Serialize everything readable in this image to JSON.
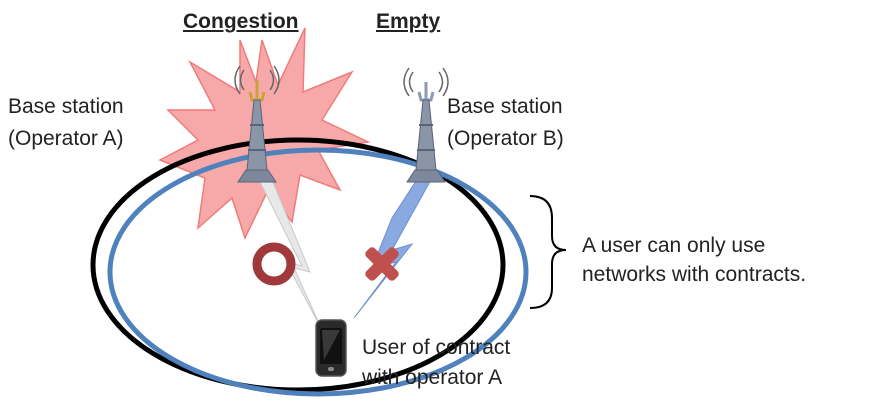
{
  "labels": {
    "congestion": "Congestion",
    "empty": "Empty",
    "base_station_a_line1": "Base station",
    "base_station_a_line2": "(Operator A)",
    "base_station_b_line1": "Base station",
    "base_station_b_line2": "(Operator B)",
    "note_line1": "A user can only use",
    "note_line2": "networks with  contracts.",
    "user_line1": "User of contract",
    "user_line2": "with operator A"
  },
  "colors": {
    "burst_fill": "#f7a9a9",
    "burst_stroke": "#f07b7b",
    "ellipse_a": "#000000",
    "ellipse_b": "#4f81bd",
    "ok_ring": "#a0393b",
    "cross": "#c0504d"
  },
  "icons": {
    "tower_a": "cell-tower-icon",
    "tower_b": "cell-tower-icon",
    "phone": "smartphone-icon",
    "allowed": "circle-ok-icon",
    "denied": "x-cross-icon"
  }
}
